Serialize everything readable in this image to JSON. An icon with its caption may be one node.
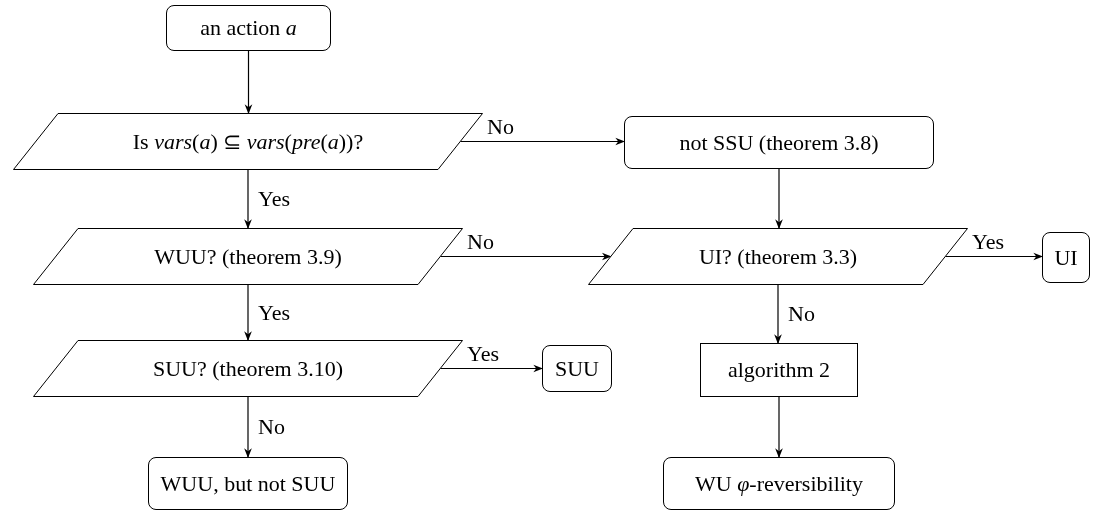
{
  "diagram": {
    "nodes": [
      {
        "text": [
          "an action *a*"
        ]
      },
      {
        "text": [
          "Is *vars*(*a*) ⊆ *vars*(*pre*(*a*))?"
        ]
      },
      {
        "text": [
          "not SSU (theorem 3.8)"
        ]
      },
      {
        "text": [
          "WUU? (theorem 3.9)"
        ]
      },
      {
        "text": [
          "UI? (theorem 3.3)"
        ]
      },
      {
        "text": [
          "UI"
        ]
      },
      {
        "text": [
          "SUU? (theorem 3.10)"
        ]
      },
      {
        "text": [
          "SUU"
        ]
      },
      {
        "text": [
          "algorithm 2"
        ]
      },
      {
        "text": [
          "WUU, but not SUU"
        ]
      },
      {
        "text": [
          "WU *φ*-reversibility"
        ]
      }
    ],
    "edges": [
      {
        "from": 0,
        "to": 1,
        "arrow": "to"
      },
      {
        "from": 1,
        "to": 2,
        "arrow": "to",
        "label": "No"
      },
      {
        "from": 1,
        "to": 3,
        "arrow": "to",
        "label": "Yes"
      },
      {
        "from": 3,
        "to": 4,
        "arrow": "to",
        "label": "No"
      },
      {
        "from": 4,
        "to": 5,
        "arrow": "to",
        "label": "Yes"
      },
      {
        "from": 3,
        "to": 6,
        "arrow": "to",
        "label": "Yes"
      },
      {
        "from": 6,
        "to": 7,
        "arrow": "to",
        "label": "Yes"
      },
      {
        "from": 6,
        "to": 9,
        "arrow": "to",
        "label": "No"
      },
      {
        "from": 2,
        "to": 4,
        "arrow": "to"
      },
      {
        "from": 4,
        "to": 8,
        "arrow": "to",
        "label": "No"
      },
      {
        "from": 8,
        "to": 10,
        "arrow": "to"
      }
    ]
  }
}
